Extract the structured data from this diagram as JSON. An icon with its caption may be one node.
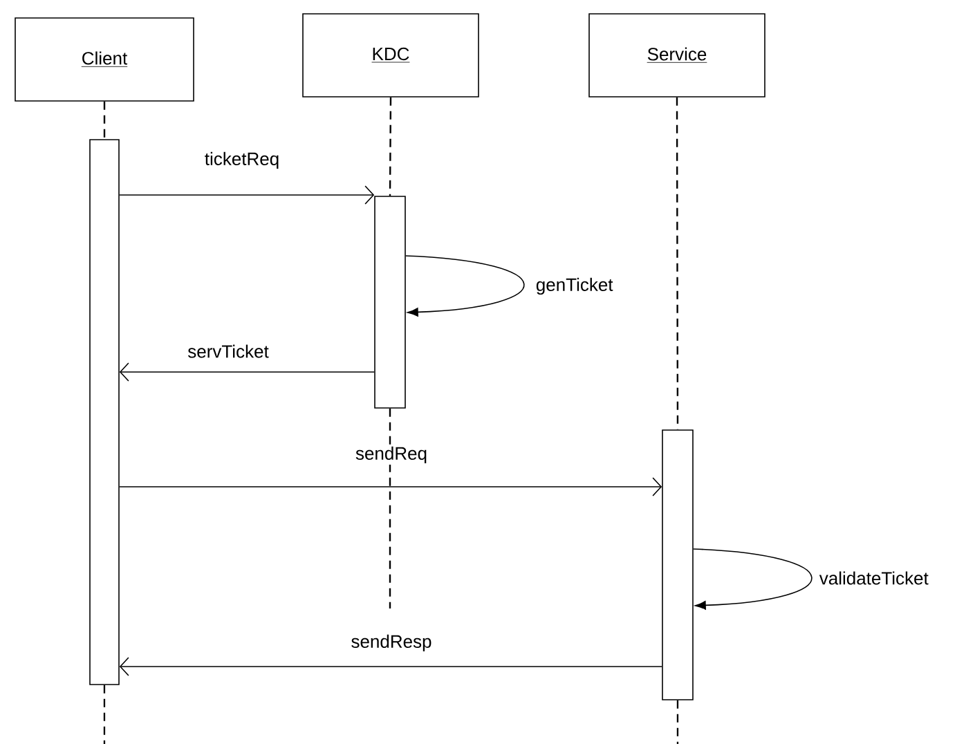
{
  "diagram": {
    "nodes": [
      {
        "text": [
          "Client"
        ]
      },
      {
        "text": [
          "KDC"
        ]
      },
      {
        "text": [
          "Service"
        ]
      },
      {
        "text": [],
        "shape": "bar"
      },
      {
        "text": [],
        "shape": "bar"
      },
      {
        "text": [],
        "shape": "bar"
      }
    ],
    "edges": [
      {
        "from": 0,
        "to": 3,
        "arrow": "none",
        "style": "dashed"
      },
      {
        "from": 3,
        "to": null,
        "arrow": "none",
        "style": "dashed"
      },
      {
        "from": 1,
        "to": 4,
        "arrow": "none",
        "style": "dashed"
      },
      {
        "from": 4,
        "to": null,
        "arrow": "none",
        "style": "dashed"
      },
      {
        "from": 2,
        "to": 5,
        "arrow": "none",
        "style": "dashed"
      },
      {
        "from": 5,
        "to": null,
        "arrow": "none",
        "style": "dashed"
      },
      {
        "from": 3,
        "to": 4,
        "arrow": "to",
        "label": "ticketReq"
      },
      {
        "from": 4,
        "to": 4,
        "arrow": "to",
        "label": "genTicket"
      },
      {
        "from": 4,
        "to": 3,
        "arrow": "to",
        "label": "servTicket"
      },
      {
        "from": 3,
        "to": 5,
        "arrow": "to",
        "label": "sendReq"
      },
      {
        "from": 5,
        "to": 5,
        "arrow": "to",
        "label": "validateTicket"
      },
      {
        "from": 5,
        "to": 3,
        "arrow": "to",
        "label": "sendResp"
      }
    ]
  }
}
